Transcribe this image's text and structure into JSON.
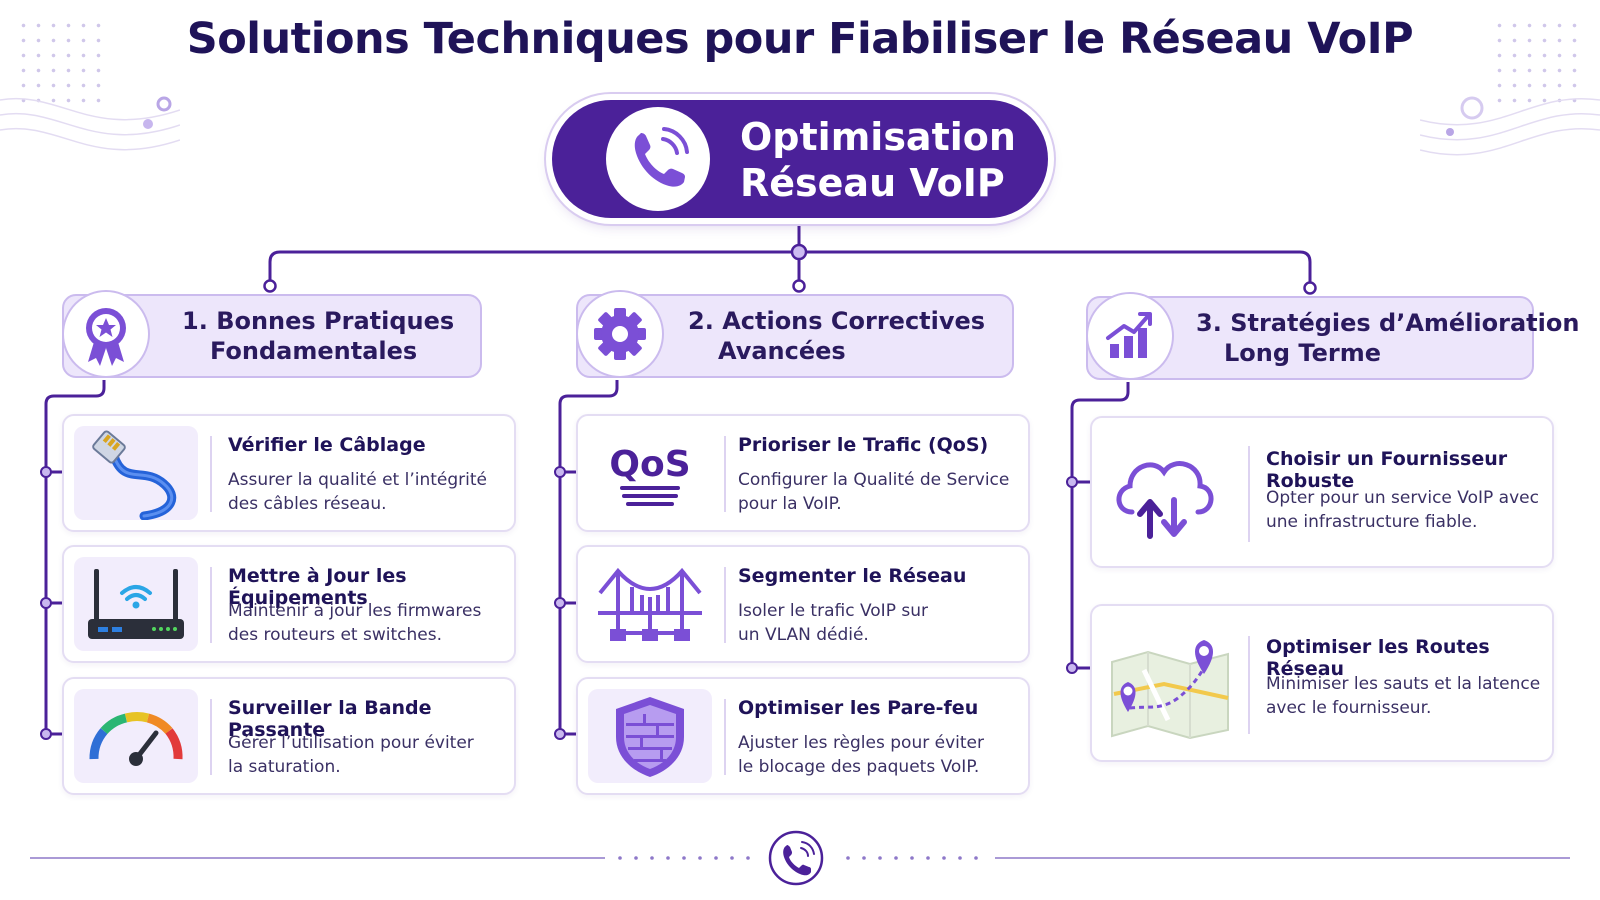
{
  "title": "Solutions Techniques pour Fiabiliser le Réseau VoIP",
  "hub": {
    "line1": "Optimisation",
    "line2": "Réseau VoIP",
    "icon": "phone-wave-icon"
  },
  "colors": {
    "primary": "#4b2199",
    "accent": "#7b4fd6",
    "header_bg": "#ede6fb",
    "title": "#1f1358"
  },
  "columns": [
    {
      "number": "1.",
      "line1": "Bonnes Pratiques",
      "line2": "Fondamentales",
      "icon": "award-ribbon-icon",
      "cards": [
        {
          "title": "Vérifier le Câblage",
          "desc1": "Assurer la qualité et l’intégrité",
          "desc2": "des câbles réseau.",
          "icon": "ethernet-cable-icon"
        },
        {
          "title": "Mettre à Jour les Équipements",
          "desc1": "Maintenir à jour les firmwares",
          "desc2": "des routeurs et switches.",
          "icon": "router-icon"
        },
        {
          "title": "Surveiller la Bande Passante",
          "desc1": "Gérer l’utilisation pour éviter",
          "desc2": "la saturation.",
          "icon": "speedometer-icon"
        }
      ]
    },
    {
      "number": "2.",
      "line1": "Actions Correctives",
      "line2": "Avancées",
      "icon": "gear-icon",
      "cards": [
        {
          "title": "Prioriser le Trafic (QoS)",
          "desc1": "Configurer la Qualité de Service",
          "desc2": "pour la VoIP.",
          "icon": "qos-icon",
          "icon_text": "QoS"
        },
        {
          "title": "Segmenter le Réseau",
          "desc1": "Isoler le trafic VoIP sur",
          "desc2": "un VLAN dédié.",
          "icon": "network-bridge-icon"
        },
        {
          "title": "Optimiser les Pare-feu",
          "desc1": "Ajuster les règles pour éviter",
          "desc2": "le blocage des paquets VoIP.",
          "icon": "firewall-shield-icon"
        }
      ]
    },
    {
      "number": "3.",
      "line1": "Stratégies d’Amélioration",
      "line2": "Long Terme",
      "icon": "growth-chart-icon",
      "cards": [
        {
          "title": "Choisir un Fournisseur Robuste",
          "desc1": "Opter pour un service VoIP avec",
          "desc2": "une infrastructure fiable.",
          "icon": "cloud-transfer-icon"
        },
        {
          "title": "Optimiser les Routes Réseau",
          "desc1": "Minimiser les sauts et la latence",
          "desc2": "avec le fournisseur.",
          "icon": "route-map-icon"
        }
      ]
    }
  ]
}
